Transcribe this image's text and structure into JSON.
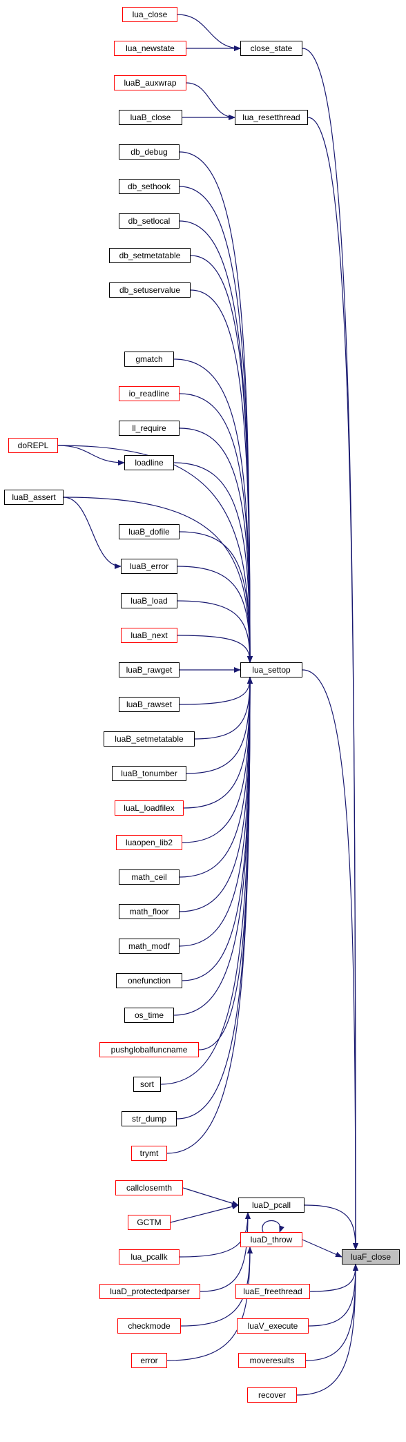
{
  "graph": {
    "edge_color": "#191970",
    "focus_node": "luaF_close",
    "nodes": [
      {
        "id": "lua_close",
        "label": "lua_close",
        "border": "red"
      },
      {
        "id": "lua_newstate",
        "label": "lua_newstate",
        "border": "red"
      },
      {
        "id": "close_state",
        "label": "close_state",
        "border": "black"
      },
      {
        "id": "luaB_auxwrap",
        "label": "luaB_auxwrap",
        "border": "red"
      },
      {
        "id": "luaB_close",
        "label": "luaB_close",
        "border": "black"
      },
      {
        "id": "lua_resetthread",
        "label": "lua_resetthread",
        "border": "black"
      },
      {
        "id": "db_debug",
        "label": "db_debug",
        "border": "black"
      },
      {
        "id": "db_sethook",
        "label": "db_sethook",
        "border": "black"
      },
      {
        "id": "db_setlocal",
        "label": "db_setlocal",
        "border": "black"
      },
      {
        "id": "db_setmetatable",
        "label": "db_setmetatable",
        "border": "black"
      },
      {
        "id": "db_setuservalue",
        "label": "db_setuservalue",
        "border": "black"
      },
      {
        "id": "gmatch",
        "label": "gmatch",
        "border": "black"
      },
      {
        "id": "io_readline",
        "label": "io_readline",
        "border": "red"
      },
      {
        "id": "ll_require",
        "label": "ll_require",
        "border": "black"
      },
      {
        "id": "doREPL",
        "label": "doREPL",
        "border": "red"
      },
      {
        "id": "loadline",
        "label": "loadline",
        "border": "black"
      },
      {
        "id": "luaB_assert",
        "label": "luaB_assert",
        "border": "black"
      },
      {
        "id": "luaB_dofile",
        "label": "luaB_dofile",
        "border": "black"
      },
      {
        "id": "luaB_error",
        "label": "luaB_error",
        "border": "black"
      },
      {
        "id": "luaB_load",
        "label": "luaB_load",
        "border": "black"
      },
      {
        "id": "luaB_next",
        "label": "luaB_next",
        "border": "red"
      },
      {
        "id": "luaB_rawget",
        "label": "luaB_rawget",
        "border": "black"
      },
      {
        "id": "lua_settop",
        "label": "lua_settop",
        "border": "black"
      },
      {
        "id": "luaB_rawset",
        "label": "luaB_rawset",
        "border": "black"
      },
      {
        "id": "luaB_setmetatable",
        "label": "luaB_setmetatable",
        "border": "black"
      },
      {
        "id": "luaB_tonumber",
        "label": "luaB_tonumber",
        "border": "black"
      },
      {
        "id": "luaL_loadfilex",
        "label": "luaL_loadfilex",
        "border": "red"
      },
      {
        "id": "luaopen_lib2",
        "label": "luaopen_lib2",
        "border": "red"
      },
      {
        "id": "math_ceil",
        "label": "math_ceil",
        "border": "black"
      },
      {
        "id": "math_floor",
        "label": "math_floor",
        "border": "black"
      },
      {
        "id": "math_modf",
        "label": "math_modf",
        "border": "black"
      },
      {
        "id": "onefunction",
        "label": "onefunction",
        "border": "black"
      },
      {
        "id": "os_time",
        "label": "os_time",
        "border": "black"
      },
      {
        "id": "pushglobalfuncname",
        "label": "pushglobalfuncname",
        "border": "red"
      },
      {
        "id": "sort",
        "label": "sort",
        "border": "black"
      },
      {
        "id": "str_dump",
        "label": "str_dump",
        "border": "black"
      },
      {
        "id": "trymt",
        "label": "trymt",
        "border": "red"
      },
      {
        "id": "callclosemth",
        "label": "callclosemth",
        "border": "red"
      },
      {
        "id": "GCTM",
        "label": "GCTM",
        "border": "red"
      },
      {
        "id": "luaD_pcall",
        "label": "luaD_pcall",
        "border": "black"
      },
      {
        "id": "lua_pcallk",
        "label": "lua_pcallk",
        "border": "red"
      },
      {
        "id": "luaD_throw",
        "label": "luaD_throw",
        "border": "red"
      },
      {
        "id": "luaF_close",
        "label": "luaF_close",
        "border": "focus"
      },
      {
        "id": "luaD_protectedparser",
        "label": "luaD_protectedparser",
        "border": "red"
      },
      {
        "id": "luaE_freethread",
        "label": "luaE_freethread",
        "border": "red"
      },
      {
        "id": "checkmode",
        "label": "checkmode",
        "border": "red"
      },
      {
        "id": "luaV_execute",
        "label": "luaV_execute",
        "border": "red"
      },
      {
        "id": "error",
        "label": "error",
        "border": "red"
      },
      {
        "id": "moveresults",
        "label": "moveresults",
        "border": "red"
      },
      {
        "id": "recover",
        "label": "recover",
        "border": "red"
      }
    ],
    "edges": [
      [
        "lua_close",
        "close_state"
      ],
      [
        "lua_newstate",
        "close_state"
      ],
      [
        "close_state",
        "luaF_close"
      ],
      [
        "luaB_auxwrap",
        "lua_resetthread"
      ],
      [
        "luaB_close",
        "lua_resetthread"
      ],
      [
        "lua_resetthread",
        "luaF_close"
      ],
      [
        "db_debug",
        "lua_settop"
      ],
      [
        "db_sethook",
        "lua_settop"
      ],
      [
        "db_setlocal",
        "lua_settop"
      ],
      [
        "db_setmetatable",
        "lua_settop"
      ],
      [
        "db_setuservalue",
        "lua_settop"
      ],
      [
        "doREPL",
        "lua_settop"
      ],
      [
        "doREPL",
        "loadline"
      ],
      [
        "gmatch",
        "lua_settop"
      ],
      [
        "io_readline",
        "lua_settop"
      ],
      [
        "ll_require",
        "lua_settop"
      ],
      [
        "loadline",
        "lua_settop"
      ],
      [
        "luaB_assert",
        "lua_settop"
      ],
      [
        "luaB_assert",
        "luaB_error"
      ],
      [
        "luaB_dofile",
        "lua_settop"
      ],
      [
        "luaB_error",
        "lua_settop"
      ],
      [
        "luaB_load",
        "lua_settop"
      ],
      [
        "luaB_next",
        "lua_settop"
      ],
      [
        "luaB_rawget",
        "lua_settop"
      ],
      [
        "luaB_rawset",
        "lua_settop"
      ],
      [
        "luaB_setmetatable",
        "lua_settop"
      ],
      [
        "luaB_tonumber",
        "lua_settop"
      ],
      [
        "luaL_loadfilex",
        "lua_settop"
      ],
      [
        "luaopen_lib2",
        "lua_settop"
      ],
      [
        "math_ceil",
        "lua_settop"
      ],
      [
        "math_floor",
        "lua_settop"
      ],
      [
        "math_modf",
        "lua_settop"
      ],
      [
        "onefunction",
        "lua_settop"
      ],
      [
        "os_time",
        "lua_settop"
      ],
      [
        "pushglobalfuncname",
        "lua_settop"
      ],
      [
        "sort",
        "lua_settop"
      ],
      [
        "str_dump",
        "lua_settop"
      ],
      [
        "trymt",
        "lua_settop"
      ],
      [
        "lua_settop",
        "luaF_close"
      ],
      [
        "callclosemth",
        "luaD_pcall"
      ],
      [
        "GCTM",
        "luaD_pcall"
      ],
      [
        "lua_pcallk",
        "luaD_pcall"
      ],
      [
        "luaD_protectedparser",
        "luaD_pcall"
      ],
      [
        "luaD_pcall",
        "luaF_close"
      ],
      [
        "luaD_throw",
        "luaD_throw"
      ],
      [
        "luaD_throw",
        "luaF_close"
      ],
      [
        "checkmode",
        "luaD_throw"
      ],
      [
        "error",
        "luaD_throw"
      ],
      [
        "luaE_freethread",
        "luaF_close"
      ],
      [
        "luaV_execute",
        "luaF_close"
      ],
      [
        "moveresults",
        "luaF_close"
      ],
      [
        "recover",
        "luaF_close"
      ]
    ]
  }
}
